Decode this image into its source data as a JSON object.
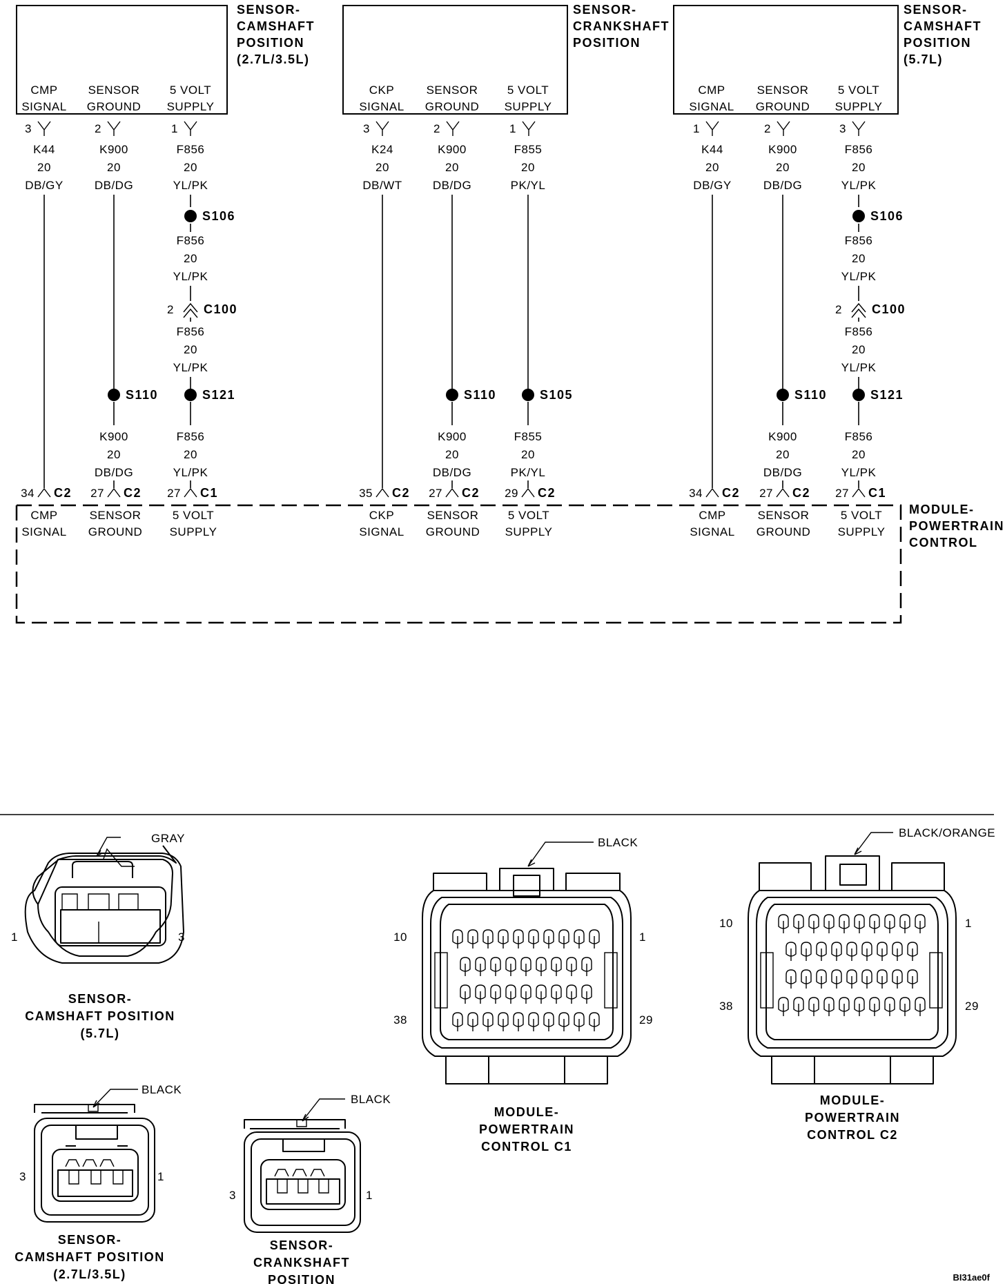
{
  "sensors": [
    {
      "title_lines": [
        "SENSOR-",
        "CAMSHAFT",
        "POSITION",
        "(2.7L/3.5L)"
      ],
      "pins": [
        {
          "name_lines": [
            "CMP",
            "SIGNAL"
          ],
          "pin": "3",
          "circuit": "K44",
          "gauge": "20",
          "color": "DB/GY"
        },
        {
          "name_lines": [
            "SENSOR",
            "GROUND"
          ],
          "pin": "2",
          "circuit": "K900",
          "gauge": "20",
          "color": "DB/DG"
        },
        {
          "name_lines": [
            "5 VOLT",
            "SUPPLY"
          ],
          "pin": "1",
          "circuit": "F856",
          "gauge": "20",
          "color": "YL/PK"
        }
      ]
    },
    {
      "title_lines": [
        "SENSOR-",
        "CRANKSHAFT",
        "POSITION"
      ],
      "pins": [
        {
          "name_lines": [
            "CKP",
            "SIGNAL"
          ],
          "pin": "3",
          "circuit": "K24",
          "gauge": "20",
          "color": "DB/WT"
        },
        {
          "name_lines": [
            "SENSOR",
            "GROUND"
          ],
          "pin": "2",
          "circuit": "K900",
          "gauge": "20",
          "color": "DB/DG"
        },
        {
          "name_lines": [
            "5 VOLT",
            "SUPPLY"
          ],
          "pin": "1",
          "circuit": "F855",
          "gauge": "20",
          "color": "PK/YL"
        }
      ]
    },
    {
      "title_lines": [
        "SENSOR-",
        "CAMSHAFT",
        "POSITION",
        "(5.7L)"
      ],
      "pins": [
        {
          "name_lines": [
            "CMP",
            "SIGNAL"
          ],
          "pin": "1",
          "circuit": "K44",
          "gauge": "20",
          "color": "DB/GY"
        },
        {
          "name_lines": [
            "SENSOR",
            "GROUND"
          ],
          "pin": "2",
          "circuit": "K900",
          "gauge": "20",
          "color": "DB/DG"
        },
        {
          "name_lines": [
            "5 VOLT",
            "SUPPLY"
          ],
          "pin": "3",
          "circuit": "F856",
          "gauge": "20",
          "color": "YL/PK"
        }
      ]
    }
  ],
  "splices": {
    "s106": "S106",
    "s110": "S110",
    "s121": "S121",
    "s105": "S105",
    "c100": "C100",
    "c100_pin": "2"
  },
  "f856_mid": {
    "circuit": "F856",
    "gauge": "20",
    "color": "YL/PK"
  },
  "lower_wires": {
    "k900": {
      "circuit": "K900",
      "gauge": "20",
      "color": "DB/DG"
    },
    "f856": {
      "circuit": "F856",
      "gauge": "20",
      "color": "YL/PK"
    },
    "f855": {
      "circuit": "F855",
      "gauge": "20",
      "color": "PK/YL"
    }
  },
  "pcm_pins": [
    {
      "pin": "34",
      "conn": "C2",
      "name_lines": [
        "CMP",
        "SIGNAL"
      ]
    },
    {
      "pin": "27",
      "conn": "C2",
      "name_lines": [
        "SENSOR",
        "GROUND"
      ]
    },
    {
      "pin": "27",
      "conn": "C1",
      "name_lines": [
        "5 VOLT",
        "SUPPLY"
      ]
    },
    {
      "pin": "35",
      "conn": "C2",
      "name_lines": [
        "CKP",
        "SIGNAL"
      ]
    },
    {
      "pin": "27",
      "conn": "C2",
      "name_lines": [
        "SENSOR",
        "GROUND"
      ]
    },
    {
      "pin": "29",
      "conn": "C2",
      "name_lines": [
        "5 VOLT",
        "SUPPLY"
      ]
    },
    {
      "pin": "34",
      "conn": "C2",
      "name_lines": [
        "CMP",
        "SIGNAL"
      ]
    },
    {
      "pin": "27",
      "conn": "C2",
      "name_lines": [
        "SENSOR",
        "GROUND"
      ]
    },
    {
      "pin": "27",
      "conn": "C1",
      "name_lines": [
        "5 VOLT",
        "SUPPLY"
      ]
    }
  ],
  "pcm_title_lines": [
    "MODULE-",
    "POWERTRAIN",
    "CONTROL"
  ],
  "connector_views": {
    "cmp57": {
      "color": "GRAY",
      "pin_left": "1",
      "pin_right": "3",
      "title_lines": [
        "SENSOR-",
        "CAMSHAFT POSITION",
        "(5.7L)"
      ]
    },
    "cmp27": {
      "color": "BLACK",
      "pin_left": "3",
      "pin_right": "1",
      "title_lines": [
        "SENSOR-",
        "CAMSHAFT POSITION",
        "(2.7L/3.5L)"
      ]
    },
    "ckp": {
      "color": "BLACK",
      "pin_left": "3",
      "pin_right": "1",
      "title_lines": [
        "SENSOR-",
        "CRANKSHAFT",
        "POSITION"
      ]
    },
    "pcm_c1": {
      "color": "BLACK",
      "pin_tl": "10",
      "pin_tr": "1",
      "pin_bl": "38",
      "pin_br": "29",
      "title_lines": [
        "MODULE-",
        "POWERTRAIN",
        "CONTROL C1"
      ]
    },
    "pcm_c2": {
      "color": "BLACK/ORANGE",
      "pin_tl": "10",
      "pin_tr": "1",
      "pin_bl": "38",
      "pin_br": "29",
      "title_lines": [
        "MODULE-",
        "POWERTRAIN",
        "CONTROL C2"
      ]
    }
  },
  "figure_code": "BI31ae0f"
}
